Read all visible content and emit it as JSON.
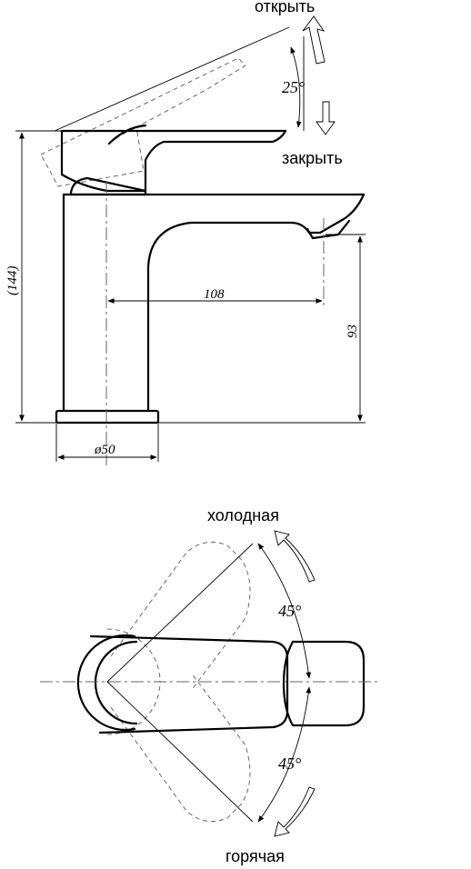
{
  "side_view": {
    "open_label": "открыть",
    "close_label": "закрыть",
    "lever_angle": "25°",
    "height_total": "(144)",
    "spout_reach": "108",
    "spout_height": "93",
    "base_diameter": "ø50"
  },
  "top_view": {
    "cold_label": "холодная",
    "hot_label": "горячая",
    "cold_angle": "45°",
    "hot_angle": "45°"
  }
}
